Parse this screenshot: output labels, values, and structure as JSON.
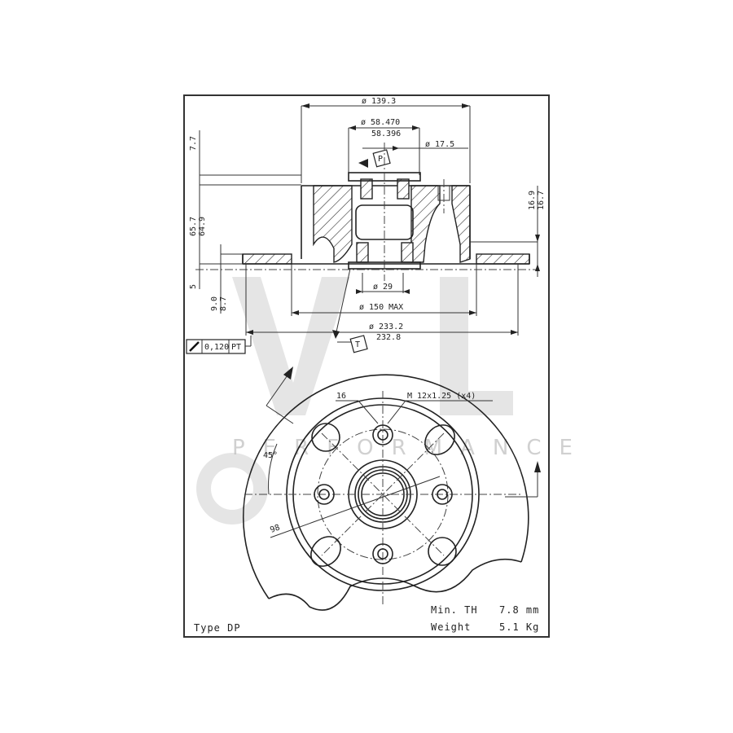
{
  "drawing": {
    "title": "Brake disc technical drawing",
    "top_view": {
      "outer_hub_diameter": "ø 139.3",
      "bore_diameter_max": "ø 58.470",
      "bore_diameter_min": "58.396",
      "stud_hole_diameter": "ø 17.5",
      "datum_p": "P",
      "height_top_offset": "7.7",
      "overall_height_max": "65.7",
      "overall_height_min": "64.9",
      "flange_offset": "5",
      "disc_thickness_max": "9.0",
      "disc_thickness_min": "8.7",
      "right_height_max": "16.9",
      "right_height_min": "16.7",
      "inner_diameter": "ø 29",
      "friction_inner_diameter": "ø 150 MAX",
      "disc_diameter_max": "ø 233.2",
      "disc_diameter_min": "232.8",
      "datum_t": "T"
    },
    "tolerance_frame": {
      "symbol": "runout",
      "value": "0,120",
      "datum": "PT"
    },
    "front_view": {
      "hole_diameter": "16",
      "thread_spec": "M 12x1.25 (x4)",
      "angle": "45°",
      "pitch_circle": "98"
    },
    "type_label": "Type DP",
    "specs": {
      "min_th_label": "Min. TH",
      "min_th_value": "7.8 mm",
      "weight_label": "Weight",
      "weight_value": "5.1 Kg"
    },
    "watermark": {
      "logo": "ML",
      "text": "PERFORMANCE"
    }
  }
}
